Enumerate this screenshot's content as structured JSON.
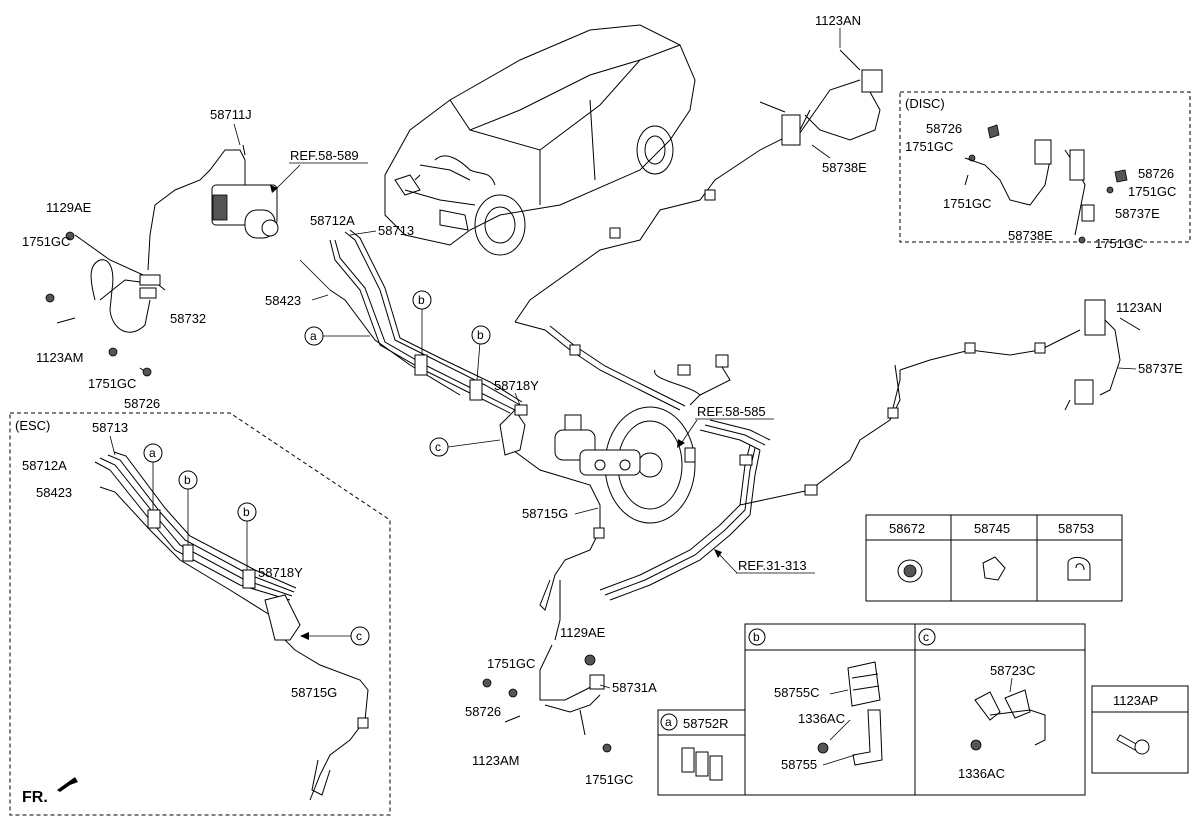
{
  "labels": {
    "p_58711J": "58711J",
    "p_ref_58_589": "REF.58-589",
    "p_1129AE_top": "1129AE",
    "p_1751GC_left": "1751GC",
    "p_58732": "58732",
    "p_1123AM_left": "1123AM",
    "p_1751GC_left2": "1751GC",
    "p_58726_left": "58726",
    "p_58712A_top": "58712A",
    "p_58713_top": "58713",
    "p_58423_top": "58423",
    "p_58718Y_top": "58718Y",
    "p_ref_58_585": "REF.58-585",
    "p_58715G_top": "58715G",
    "p_ref_31_313": "REF.31-313",
    "p_1123AN_top": "1123AN",
    "p_58738E_top": "58738E",
    "p_1123AN_right": "1123AN",
    "p_58737E_right": "58737E",
    "p_1129AE_bottom": "1129AE",
    "p_1751GC_bottom": "1751GC",
    "p_58731A": "58731A",
    "p_58726_bottom": "58726",
    "p_1123AM_bottom": "1123AM",
    "p_1751GC_bottom2": "1751GC",
    "fr": "FR."
  },
  "callouts": {
    "a": "a",
    "b": "b",
    "c": "c"
  },
  "esc_inset": {
    "title": "(ESC)",
    "p_58713": "58713",
    "p_58712A": "58712A",
    "p_58423": "58423",
    "p_58718Y": "58718Y",
    "p_58715G": "58715G"
  },
  "disc_inset": {
    "title": "(DISC)",
    "p_58726_a": "58726",
    "p_1751GC_a": "1751GC",
    "p_1751GC_b": "1751GC",
    "p_58738E": "58738E",
    "p_58726_b": "58726",
    "p_1751GC_c": "1751GC",
    "p_58737E": "58737E",
    "p_1751GC_d": "1751GC"
  },
  "parts_table": {
    "col1": "58672",
    "col2": "58745",
    "col3": "58753"
  },
  "table_a": {
    "callout": "a",
    "part": "58752R"
  },
  "table_b": {
    "callout": "b",
    "p_58755C": "58755C",
    "p_1336AC": "1336AC",
    "p_58755": "58755"
  },
  "table_c": {
    "callout": "c",
    "p_58723C": "58723C",
    "p_1336AC": "1336AC"
  },
  "table_1123AP": {
    "part": "1123AP"
  }
}
